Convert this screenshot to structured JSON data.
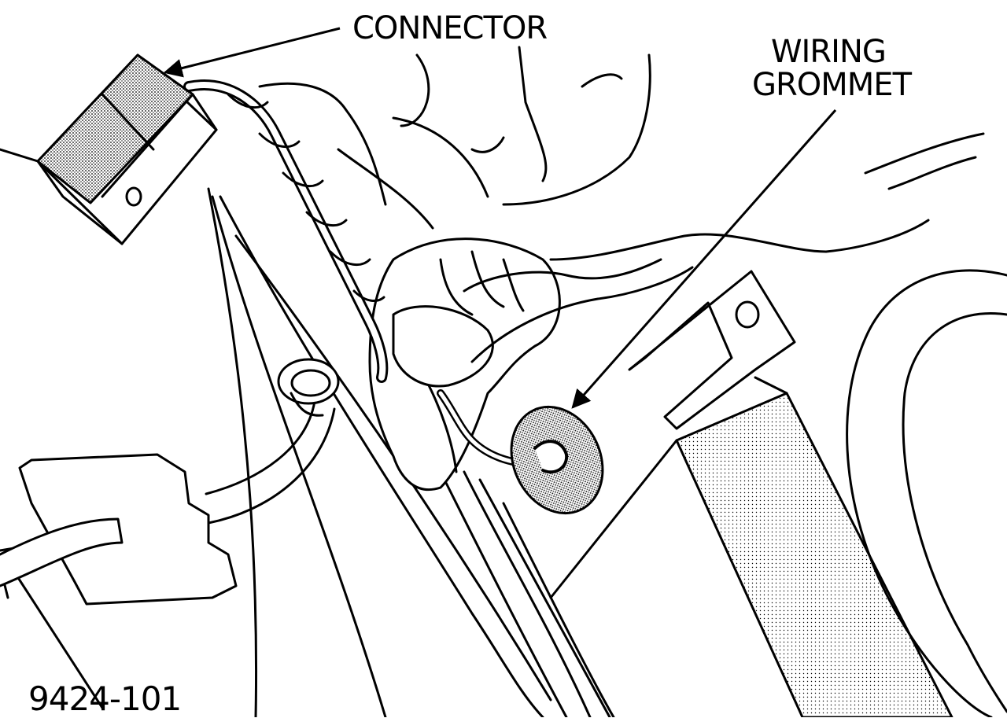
{
  "labels": {
    "connector": "CONNECTOR",
    "wiring_line1": "WIRING",
    "wiring_line2": "GROMMET",
    "figure_id": "9424-101"
  },
  "colors": {
    "ink": "#000000",
    "paper": "#ffffff",
    "stipple": "#9a9a9a"
  }
}
